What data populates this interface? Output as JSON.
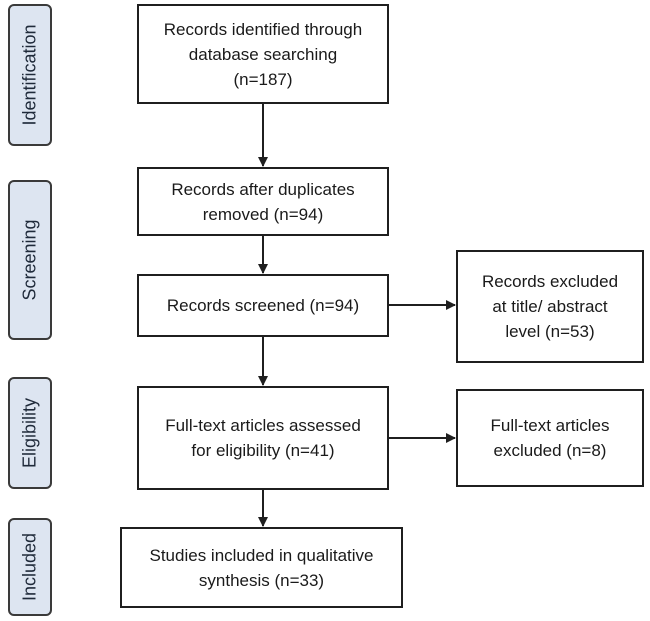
{
  "phases": {
    "identification": "Identification",
    "screening": "Screening",
    "eligibility": "Eligibility",
    "included": "Included"
  },
  "boxes": {
    "identified": "Records identified through\ndatabase searching\n(n=187)",
    "after_duplicates": "Records after duplicates\nremoved (n=94)",
    "screened": "Records screened (n=94)",
    "excluded_title": "Records excluded\nat title/ abstract\nlevel (n=53)",
    "fulltext_assessed": "Full-text articles assessed\nfor eligibility (n=41)",
    "fulltext_excluded": "Full-text articles\nexcluded (n=8)",
    "included_studies": "Studies included in qualitative\nsynthesis (n=33)"
  }
}
